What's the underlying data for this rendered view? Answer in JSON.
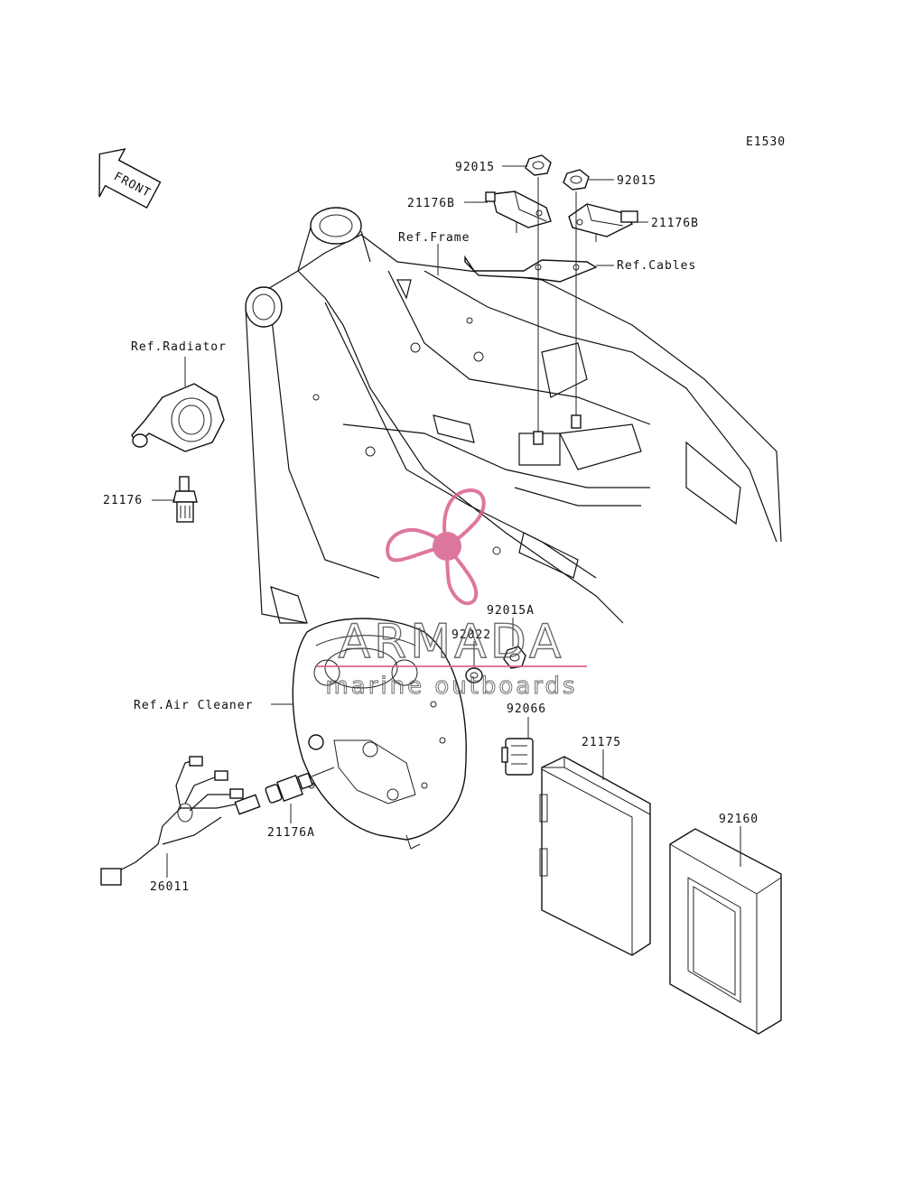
{
  "diagram_code": "E1530",
  "front_label": "FRONT",
  "references": {
    "frame": "Ref.Frame",
    "cables": "Ref.Cables",
    "radiator": "Ref.Radiator",
    "air_cleaner": "Ref.Air Cleaner"
  },
  "parts": {
    "nut_left": "92015",
    "nut_right": "92015",
    "sensor_left": "21176B",
    "sensor_right": "21176B",
    "temp_sensor": "21176",
    "nut_a": "92015A",
    "washer": "92022",
    "connector": "92066",
    "ecu": "21175",
    "cover": "92160",
    "pressure_sensor": "21176A",
    "harness": "26011"
  },
  "watermark": {
    "brand": "ARMADA",
    "tagline": "marine outboards",
    "color": "#d9608f"
  }
}
